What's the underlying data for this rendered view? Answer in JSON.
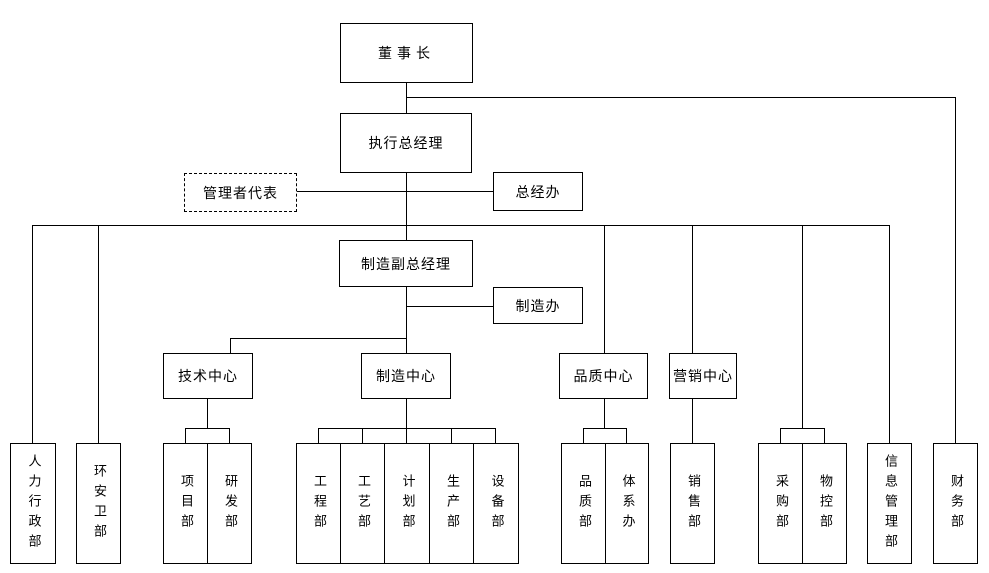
{
  "colors": {
    "background": "#ffffff",
    "line": "#000000",
    "box_border": "#000000",
    "box_fill": "#ffffff",
    "text": "#000000"
  },
  "diagram": {
    "type": "org-chart",
    "nodes": {
      "chairman": {
        "label": "董事长"
      },
      "exec_gm": {
        "label": "执行总经理"
      },
      "mgmt_rep": {
        "label": "管理者代表",
        "border": "dashed"
      },
      "gm_office": {
        "label": "总经办"
      },
      "mfg_vice_gm": {
        "label": "制造副总经理"
      },
      "mfg_office": {
        "label": "制造办"
      },
      "tech_center": {
        "label": "技术中心"
      },
      "mfg_center": {
        "label": "制造中心"
      },
      "quality_center": {
        "label": "品质中心"
      },
      "marketing_center": {
        "label": "营销中心"
      },
      "hr_admin": {
        "label": "人力行政部",
        "orientation": "vertical"
      },
      "ehs": {
        "label": "环安卫部",
        "orientation": "vertical"
      },
      "project": {
        "label": "项目部",
        "orientation": "vertical"
      },
      "rnd": {
        "label": "研发部",
        "orientation": "vertical"
      },
      "engineering": {
        "label": "工程部",
        "orientation": "vertical"
      },
      "process": {
        "label": "工艺部",
        "orientation": "vertical"
      },
      "planning": {
        "label": "计划部",
        "orientation": "vertical"
      },
      "production": {
        "label": "生产部",
        "orientation": "vertical"
      },
      "equipment": {
        "label": "设备部",
        "orientation": "vertical"
      },
      "quality_dept": {
        "label": "品质部",
        "orientation": "vertical"
      },
      "system_office": {
        "label": "体系办",
        "orientation": "vertical"
      },
      "sales": {
        "label": "销售部",
        "orientation": "vertical"
      },
      "purchasing": {
        "label": "采购部",
        "orientation": "vertical"
      },
      "material_control": {
        "label": "物控部",
        "orientation": "vertical"
      },
      "info_mgmt": {
        "label": "信息管理部",
        "orientation": "vertical"
      },
      "finance": {
        "label": "财务部",
        "orientation": "vertical"
      }
    },
    "edges": [
      {
        "from": "chairman",
        "to": "exec_gm"
      },
      {
        "from": "chairman",
        "to": "finance"
      },
      {
        "from": "exec_gm",
        "to": "mgmt_rep",
        "style": "lateral-dashed-box"
      },
      {
        "from": "exec_gm",
        "to": "gm_office",
        "style": "lateral"
      },
      {
        "from": "exec_gm",
        "to": "mfg_vice_gm"
      },
      {
        "from": "exec_gm",
        "to": "hr_admin"
      },
      {
        "from": "exec_gm",
        "to": "ehs"
      },
      {
        "from": "exec_gm",
        "to": "quality_center"
      },
      {
        "from": "exec_gm",
        "to": "marketing_center"
      },
      {
        "from": "exec_gm",
        "to": "purchasing"
      },
      {
        "from": "exec_gm",
        "to": "material_control"
      },
      {
        "from": "exec_gm",
        "to": "info_mgmt"
      },
      {
        "from": "mfg_vice_gm",
        "to": "mfg_office",
        "style": "lateral"
      },
      {
        "from": "mfg_vice_gm",
        "to": "tech_center"
      },
      {
        "from": "mfg_vice_gm",
        "to": "mfg_center"
      },
      {
        "from": "tech_center",
        "to": "project"
      },
      {
        "from": "tech_center",
        "to": "rnd"
      },
      {
        "from": "mfg_center",
        "to": "engineering"
      },
      {
        "from": "mfg_center",
        "to": "process"
      },
      {
        "from": "mfg_center",
        "to": "planning"
      },
      {
        "from": "mfg_center",
        "to": "production"
      },
      {
        "from": "mfg_center",
        "to": "equipment"
      },
      {
        "from": "quality_center",
        "to": "quality_dept"
      },
      {
        "from": "quality_center",
        "to": "system_office"
      },
      {
        "from": "marketing_center",
        "to": "sales"
      }
    ]
  }
}
